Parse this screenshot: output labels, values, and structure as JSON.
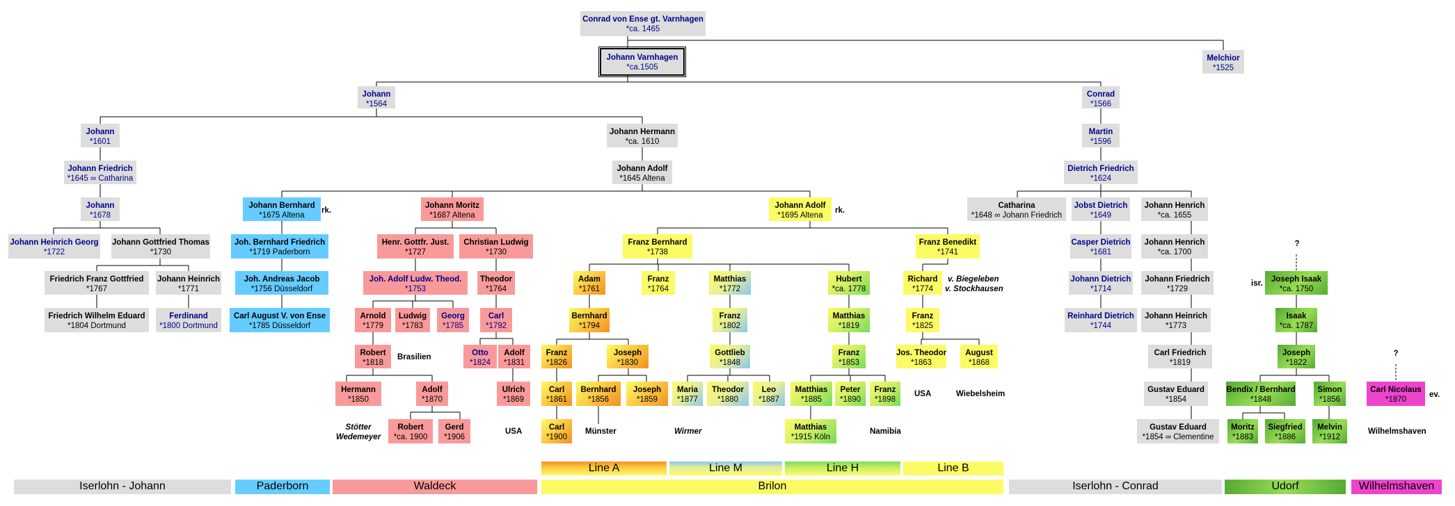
{
  "nodes": {
    "conrad_root": {
      "name": "Conrad von Ense gt. Varnhagen",
      "date": "*ca. 1465"
    },
    "johann_v": {
      "name": "Johann Varnhagen",
      "date": "*ca.1505"
    },
    "melchior": {
      "name": "Melchior",
      "date": "*1525"
    },
    "johann_1564": {
      "name": "Johann",
      "date": "*1564"
    },
    "conrad_1566": {
      "name": "Conrad",
      "date": "*1566"
    },
    "johann_1601": {
      "name": "Johann",
      "date": "*1601"
    },
    "johann_hermann": {
      "name": "Johann Hermann",
      "date": "*ca. 1610"
    },
    "martin": {
      "name": "Martin",
      "date": "*1596"
    },
    "johann_friedrich_1645": {
      "name": "Johann Friedrich",
      "date": "*1645 ∞ Catharina"
    },
    "johann_adolf_1645": {
      "name": "Johann Adolf",
      "date": "*1645 Altena"
    },
    "dietrich_friedrich": {
      "name": "Dietrich Friedrich",
      "date": "*1624"
    },
    "johann_1678": {
      "name": "Johann",
      "date": "*1678"
    },
    "johann_bernhard": {
      "name": "Johann Bernhard",
      "date": "*1675 Altena"
    },
    "johann_moritz": {
      "name": "Johann Moritz",
      "date": "*1687 Altena"
    },
    "johann_adolf_1695": {
      "name": "Johann Adolf",
      "date": "*1695 Altena"
    },
    "catharina": {
      "name": "Catharina",
      "date": "*1648 ∞ Johann Friedrich"
    },
    "jobst_dietrich": {
      "name": "Jobst Dietrich",
      "date": "*1649"
    },
    "johann_henrich_1655": {
      "name": "Johann Henrich",
      "date": "*ca. 1655"
    },
    "johann_heinrich_georg": {
      "name": "Johann Heinrich Georg",
      "date": "*1722"
    },
    "johann_gottfried_thomas": {
      "name": "Johann Gottfried Thomas",
      "date": "*1730"
    },
    "joh_bernhard_friedrich": {
      "name": "Joh. Bernhard Friedrich",
      "date": "*1719 Paderborn"
    },
    "henr_gottfr_just": {
      "name": "Henr. Gottfr. Just.",
      "date": "*1727"
    },
    "christian_ludwig": {
      "name": "Christian Ludwig",
      "date": "*1730"
    },
    "franz_bernhard": {
      "name": "Franz Bernhard",
      "date": "*1738"
    },
    "franz_benedikt": {
      "name": "Franz Benedikt",
      "date": "*1741"
    },
    "casper_dietrich": {
      "name": "Casper Dietrich",
      "date": "*1681"
    },
    "johann_henrich_1700": {
      "name": "Johann Henrich",
      "date": "*ca. 1700"
    },
    "friedrich_franz_gottfried": {
      "name": "Friedrich Franz Gottfried",
      "date": "*1767"
    },
    "johann_heinrich_1771": {
      "name": "Johann Heinrich",
      "date": "*1771"
    },
    "joh_andreas_jacob": {
      "name": "Joh. Andreas Jacob",
      "date": "*1756 Düsseldorf"
    },
    "joh_adolf_ludw_theod": {
      "name": "Joh. Adolf Ludw. Theod.",
      "date": "*1753"
    },
    "theodor_1764": {
      "name": "Theodor",
      "date": "*1764"
    },
    "adam": {
      "name": "Adam",
      "date": "*1761"
    },
    "franz_1764": {
      "name": "Franz",
      "date": "*1764"
    },
    "matthias_1772": {
      "name": "Matthias",
      "date": "*1772"
    },
    "hubert": {
      "name": "Hubert",
      "date": "*ca. 1778"
    },
    "richard": {
      "name": "Richard",
      "date": "*1774"
    },
    "johann_dietrich": {
      "name": "Johann Dietrich",
      "date": "*1714"
    },
    "johann_friedrich_1729": {
      "name": "Johann Friedrich",
      "date": "*1729"
    },
    "joseph_isaak": {
      "name": "Joseph Isaak",
      "date": "*ca. 1750"
    },
    "friedrich_wilhelm_eduard": {
      "name": "Friedrich Wilhelm Eduard",
      "date": "*1804 Dortmund"
    },
    "ferdinand": {
      "name": "Ferdinand",
      "date": "*1800 Dortmund"
    },
    "carl_august": {
      "name": "Carl August V. von Ense",
      "date": "*1785 Düsseldorf"
    },
    "arnold": {
      "name": "Arnold",
      "date": "*1779"
    },
    "ludwig": {
      "name": "Ludwig",
      "date": "*1783"
    },
    "georg": {
      "name": "Georg",
      "date": "*1785"
    },
    "carl_1792": {
      "name": "Carl",
      "date": "*1792"
    },
    "bernhard_1794": {
      "name": "Bernhard",
      "date": "*1794"
    },
    "franz_1802": {
      "name": "Franz",
      "date": "*1802"
    },
    "matthias_1819": {
      "name": "Matthias",
      "date": "*1819"
    },
    "franz_1825": {
      "name": "Franz",
      "date": "*1825"
    },
    "reinhard_dietrich": {
      "name": "Reinhard Dietrich",
      "date": "*1744"
    },
    "johann_heinrich_1773": {
      "name": "Johann Heinrich",
      "date": "*1773"
    },
    "isaak": {
      "name": "Isaak",
      "date": "*ca. 1787"
    },
    "robert_1818": {
      "name": "Robert",
      "date": "*1818"
    },
    "otto": {
      "name": "Otto",
      "date": "*1824"
    },
    "adolf_1831": {
      "name": "Adolf",
      "date": "*1831"
    },
    "franz_1826": {
      "name": "Franz",
      "date": "*1826"
    },
    "joseph_1830": {
      "name": "Joseph",
      "date": "*1830"
    },
    "gottlieb": {
      "name": "Gottlieb",
      "date": "*1848"
    },
    "franz_1853": {
      "name": "Franz",
      "date": "*1853"
    },
    "jos_theodor": {
      "name": "Jos. Theodor",
      "date": "*1863"
    },
    "august": {
      "name": "August",
      "date": "*1868"
    },
    "carl_friedrich": {
      "name": "Carl Friedrich",
      "date": "*1819"
    },
    "joseph_1822": {
      "name": "Joseph",
      "date": "*1822"
    },
    "hermann": {
      "name": "Hermann",
      "date": "*1850"
    },
    "adolf_1870": {
      "name": "Adolf",
      "date": "*1870"
    },
    "ulrich": {
      "name": "Ulrich",
      "date": "*1869"
    },
    "carl_1861": {
      "name": "Carl",
      "date": "*1861"
    },
    "bernhard_1856": {
      "name": "Bernhard",
      "date": "*1856"
    },
    "joseph_1859": {
      "name": "Joseph",
      "date": "*1859"
    },
    "maria": {
      "name": "Maria",
      "date": "*1877"
    },
    "theodor_1880": {
      "name": "Theodor",
      "date": "*1880"
    },
    "leo": {
      "name": "Leo",
      "date": "*1887"
    },
    "matthias_1885": {
      "name": "Matthias",
      "date": "*1885"
    },
    "peter": {
      "name": "Peter",
      "date": "*1890"
    },
    "franz_1898": {
      "name": "Franz",
      "date": "*1898"
    },
    "gustav_eduard_1854": {
      "name": "Gustav Eduard",
      "date": "*1854"
    },
    "bendix_bernhard": {
      "name": "Bendix / Bernhard",
      "date": "*1848"
    },
    "simon": {
      "name": "Simon",
      "date": "*1856"
    },
    "carl_nicolaus": {
      "name": "Carl Nicolaus",
      "date": "*1870"
    },
    "robert_1900": {
      "name": "Robert",
      "date": "*ca. 1900"
    },
    "gerd": {
      "name": "Gerd",
      "date": "*1906"
    },
    "carl_1900": {
      "name": "Carl",
      "date": "*1900"
    },
    "matthias_1915": {
      "name": "Matthias",
      "date": "*1915 Köln"
    },
    "gustav_eduard_clementine": {
      "name": "Gustav Eduard",
      "date": "*1854 ∞ Clementine"
    },
    "moritz": {
      "name": "Moritz",
      "date": "*1883"
    },
    "siegfried": {
      "name": "Siegfried",
      "date": "*1886"
    },
    "melvin": {
      "name": "Melvin",
      "date": "*1912"
    }
  },
  "notes": {
    "rk1": "rk.",
    "rk2": "rk.",
    "biegeleben": "v. Biegeleben",
    "stockhausen": "v. Stockhausen",
    "brasilien": "Brasilien",
    "stoetter": "Stötter",
    "wedemeyer": "Wedemeyer",
    "usa1": "USA",
    "muenster": "Münster",
    "wirmer": "Wirmer",
    "namibia": "Namibia",
    "usa2": "USA",
    "wiebelsheim": "Wiebelsheim",
    "isr": "isr.",
    "q1": "?",
    "q2": "?",
    "ev": "ev.",
    "wilhelmshaven": "Wilhelmshaven"
  },
  "lines_legend": {
    "line_a": "Line A",
    "line_m": "Line M",
    "line_h": "Line H",
    "line_b": "Line B"
  },
  "regions": {
    "iserlohn_johann": "Iserlohn - Johann",
    "paderborn": "Paderborn",
    "waldeck": "Waldeck",
    "brilon": "Brilon",
    "iserlohn_conrad": "Iserlohn - Conrad",
    "udorf": "Udorf",
    "wilhelmshaven": "Wilhelmshaven"
  },
  "colors": {
    "iserlohn": "#dddddd",
    "paderborn": "#66ccff",
    "waldeck": "#f99a9a",
    "brilon": "#fbfb66",
    "udorf": "#77cc44",
    "wilhelmshaven": "#ee44cc",
    "link_text": "#00008b"
  }
}
